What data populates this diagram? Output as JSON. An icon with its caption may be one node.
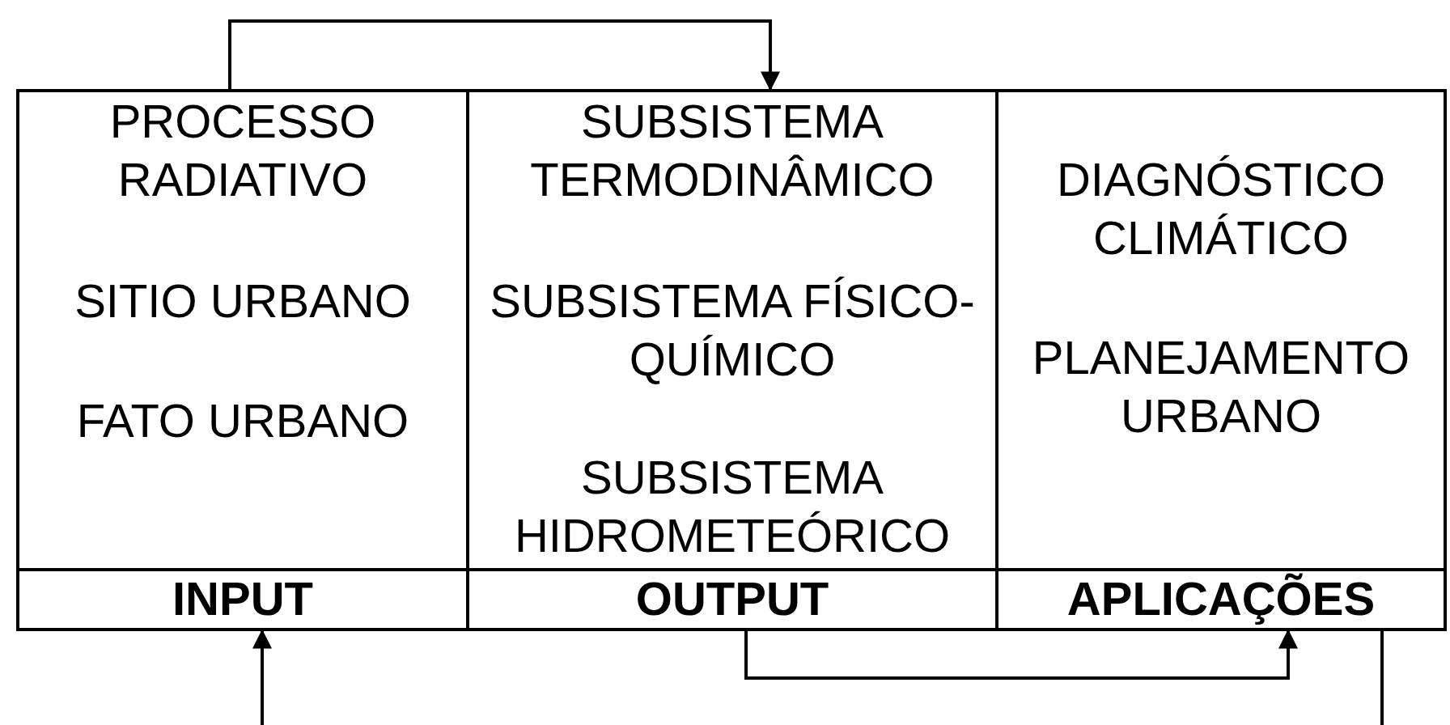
{
  "diagram": {
    "nodes": [
      {
        "text": [
          "PROCESSO RADIATIVO",
          "SITIO URBANO",
          "FATO URBANO"
        ]
      },
      {
        "text": [
          "SUBSISTEMA TERMODINÂMICO",
          "SUBSISTEMA FÍSICO-QUÍMICO",
          "SUBSISTEMA HIDROMETEÓRICO"
        ]
      },
      {
        "text": [
          "DIAGNÓSTICO CLIMÁTICO",
          "PLANEJAMENTO URBANO"
        ]
      },
      {
        "text": [
          "INPUT"
        ]
      },
      {
        "text": [
          "OUTPUT"
        ]
      },
      {
        "text": [
          "APLICAÇÕES"
        ]
      }
    ],
    "edges": [
      {
        "from": 0,
        "to": 1,
        "arrow": "to"
      },
      {
        "from": 4,
        "to": 5,
        "arrow": "to"
      },
      {
        "from": 5,
        "to": null,
        "arrow": "none"
      },
      {
        "from": null,
        "to": 3,
        "arrow": "to"
      }
    ]
  }
}
